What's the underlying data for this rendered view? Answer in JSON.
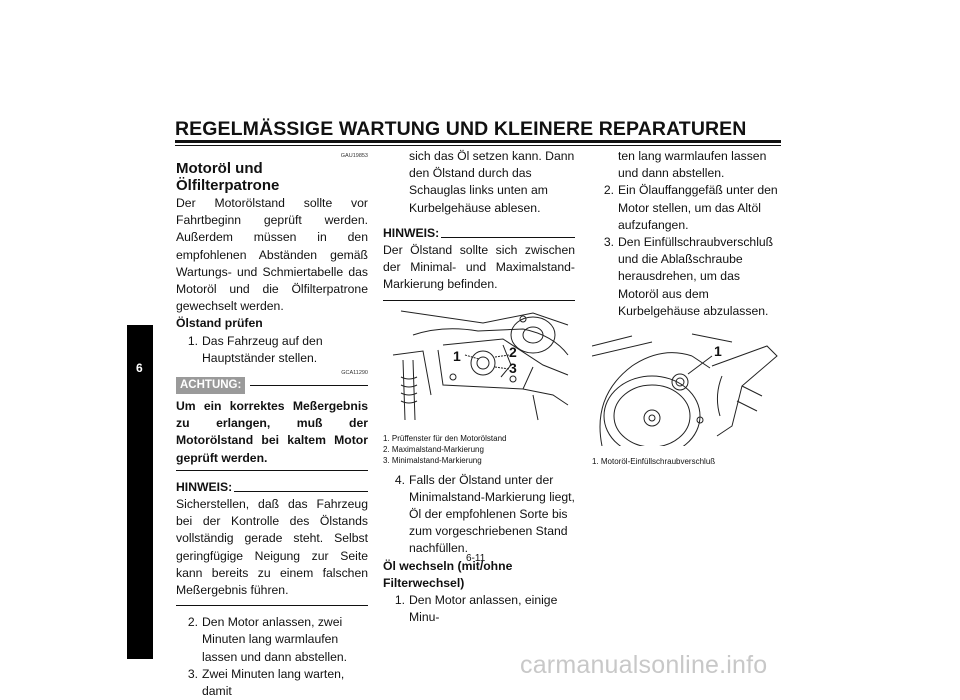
{
  "header": {
    "title": "REGELMÄSSIGE WARTUNG UND KLEINERE REPARATUREN"
  },
  "sidebar": {
    "chapter": "6"
  },
  "footer": {
    "page_number": "6-11"
  },
  "watermark": "carmanualsonline.info",
  "col1": {
    "code1": "GAU19853",
    "heading": "Motoröl und Ölfilterpatrone",
    "intro": "Der Motorölstand sollte vor Fahrtbeginn geprüft werden. Außerdem müssen in den empfohlenen Abständen gemäß Wartungs- und Schmiertabelle das Motoröl und die Ölfilterpatrone gewechselt werden.",
    "subheading": "Ölstand prüfen",
    "step1": {
      "num": "1.",
      "text": "Das Fahrzeug auf den Hauptständer stellen."
    },
    "code2": "GCA11290",
    "achtung_label": "ACHTUNG:",
    "achtung_text": "Um ein korrektes Meßergebnis zu erlangen, muß der Motorölstand bei kaltem Motor geprüft werden.",
    "hinweis_label": "HINWEIS:",
    "hinweis_text": "Sicherstellen, daß das Fahrzeug bei der Kontrolle des Ölstands vollständig gerade steht. Selbst geringfügige Neigung zur Seite kann bereits zu einem falschen Meßergebnis führen.",
    "step2": {
      "num": "2.",
      "text": "Den Motor anlassen, zwei Minuten lang warmlaufen lassen und dann abstellen."
    },
    "step3": {
      "num": "3.",
      "text": "Zwei Minuten lang warten, damit"
    }
  },
  "col2": {
    "cont": "sich das Öl setzen kann. Dann den Ölstand durch das Schauglas links unten am Kurbelgehäuse ablesen.",
    "hinweis_label": "HINWEIS:",
    "hinweis_text": "Der Ölstand sollte sich zwischen der Minimal- und Maximalstand-Markierung befinden.",
    "figure_labels": [
      "1",
      "2",
      "3"
    ],
    "captions": [
      "1. Prüffenster für den Motorölstand",
      "2. Maximalstand-Markierung",
      "3. Minimalstand-Markierung"
    ],
    "step4": {
      "num": "4.",
      "text": "Falls der Ölstand unter der Minimalstand-Markierung liegt, Öl der empfohlenen Sorte bis zum vorgeschriebenen Stand nachfüllen."
    },
    "subheading": "Öl wechseln (mit/ohne Filterwechsel)",
    "step1": {
      "num": "1.",
      "text": "Den Motor anlassen, einige Minu-"
    }
  },
  "col3": {
    "cont": "ten lang warmlaufen lassen und dann abstellen.",
    "step2": {
      "num": "2.",
      "text": "Ein Ölauffanggefäß unter den Motor stellen, um das Altöl aufzufangen."
    },
    "step3": {
      "num": "3.",
      "text": "Den Einfüllschraubverschluß und die Ablaßschraube herausdrehen, um das Motoröl aus dem Kurbelgehäuse abzulassen."
    },
    "figure_label": "1",
    "caption": "1. Motoröl-Einfüllschraubverschluß"
  }
}
